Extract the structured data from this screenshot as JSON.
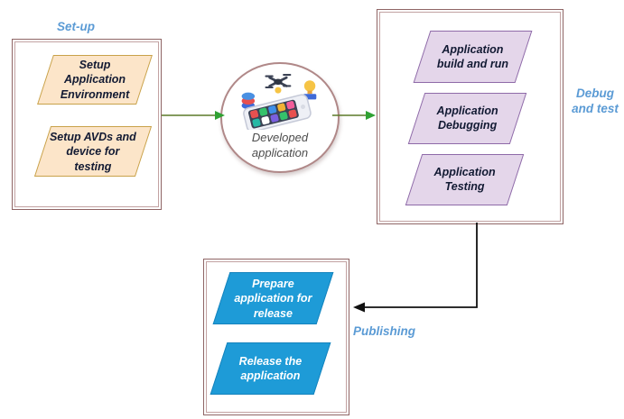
{
  "sections": {
    "setup": {
      "label": "Set-up",
      "steps": [
        {
          "label": "Setup Application Environment"
        },
        {
          "label": "Setup AVDs and device for testing"
        }
      ]
    },
    "debug_and_test": {
      "label": "Debug and test",
      "steps": [
        {
          "label": "Application build and run"
        },
        {
          "label": "Application Debugging"
        },
        {
          "label": "Application Testing"
        }
      ]
    },
    "publishing": {
      "label": "Publishing",
      "steps": [
        {
          "label": "Prepare application for release"
        },
        {
          "label": "Release the application"
        }
      ]
    }
  },
  "center_node": {
    "label": "Developed application",
    "icons": [
      "smartphone-apps-icon",
      "drone-icon",
      "lightbulb-icon",
      "database-icon"
    ]
  },
  "arrows": [
    {
      "from": "setup",
      "to": "developed-application",
      "color": "#2fa133"
    },
    {
      "from": "developed-application",
      "to": "debug-and-test",
      "color": "#2fa133"
    },
    {
      "from": "debug-and-test",
      "to": "publishing",
      "color": "#111111"
    }
  ],
  "colors": {
    "section_label": "#5b9bd5",
    "container_border": "#8f6565",
    "setup_step_fill": "#fce5c9",
    "setup_step_border": "#c8a24a",
    "debug_step_fill": "#e4d6ea",
    "debug_step_border": "#8e6aa8",
    "publishing_step_fill": "#1e9bd7",
    "publishing_step_border": "#1583bd",
    "green_arrow_line": "#5c7a29",
    "green_arrow_head": "#2fa133",
    "black_arrow": "#111111",
    "step_text": "#121a33",
    "publishing_step_text": "#ffffff",
    "circle_border": "#b08888"
  }
}
